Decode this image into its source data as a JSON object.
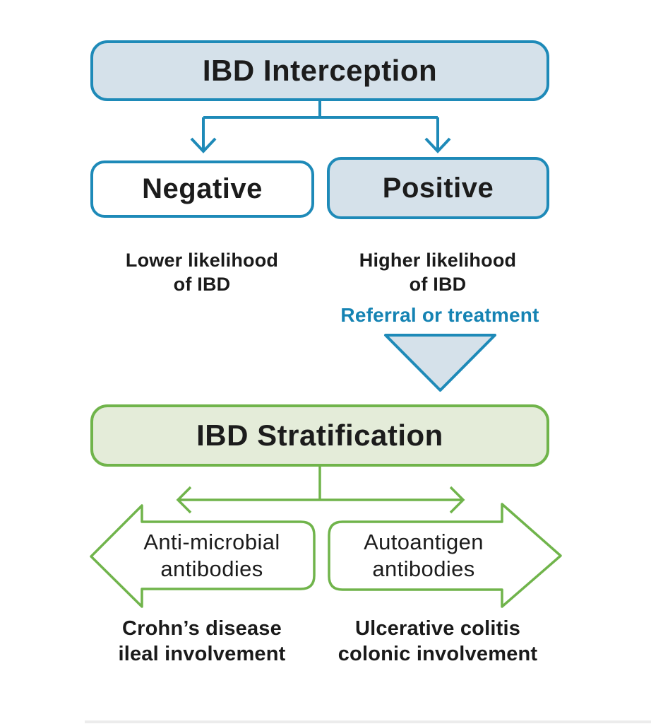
{
  "colors": {
    "blue_border": "#1e8ab8",
    "blue_fill": "#d5e1ea",
    "green_border": "#70b44b",
    "green_fill": "#e4ecd9",
    "teal_text": "#1583b3",
    "black_text": "#1a1a1a",
    "divider_gray": "#ececec"
  },
  "flowchart": {
    "interception_title": "IBD Interception",
    "negative_label": "Negative",
    "negative_caption": {
      "line1": "Lower likelihood",
      "line2": "of IBD"
    },
    "positive_label": "Positive",
    "positive_caption": {
      "line1": "Higher likelihood",
      "line2": "of IBD"
    },
    "referral_label": "Referral or treatment",
    "stratification_title": "IBD Stratification",
    "antimicrobial_label": {
      "line1": "Anti-microbial",
      "line2": "antibodies"
    },
    "antimicrobial_caption": {
      "line1": "Crohn’s disease",
      "line2": "ileal involvement"
    },
    "autoantigen_label": {
      "line1": "Autoantigen",
      "line2": "antibodies"
    },
    "autoantigen_caption": {
      "line1": "Ulcerative colitis",
      "line2": "colonic involvement"
    }
  }
}
